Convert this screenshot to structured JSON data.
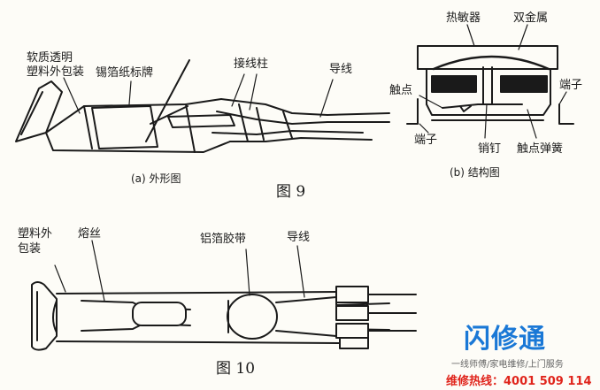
{
  "fig9": {
    "caption": "图 9",
    "a": {
      "caption": "(a) 外形图",
      "labels": {
        "plastic_wrap": "软质透明\n塑料外包装",
        "foil_tag": "锡箔纸标牌",
        "terminal": "接线柱",
        "lead": "导线"
      }
    },
    "b": {
      "caption": "(b) 结构图",
      "labels": {
        "sensor": "热敏器",
        "bimetal": "双金属",
        "contact": "触点",
        "terminal_right": "端子",
        "terminal_left": "端子",
        "pin": "销钉",
        "spring": "触点弹簧"
      }
    }
  },
  "fig10": {
    "caption": "图 10",
    "labels": {
      "plastic_wrap": "塑料外\n包装",
      "fuse": "熔丝",
      "foil_tape": "铝箔胶带",
      "lead": "导线"
    }
  },
  "watermark": {
    "logo": "闪修通",
    "tagline": "一线师傅/家电维修/上门服务",
    "hotline": "维修热线：4001 509 114"
  },
  "colors": {
    "ink": "#1a1a1a",
    "brand": "#1a78d6",
    "hotline": "#e0241b",
    "paper": "#fdfcf7"
  }
}
